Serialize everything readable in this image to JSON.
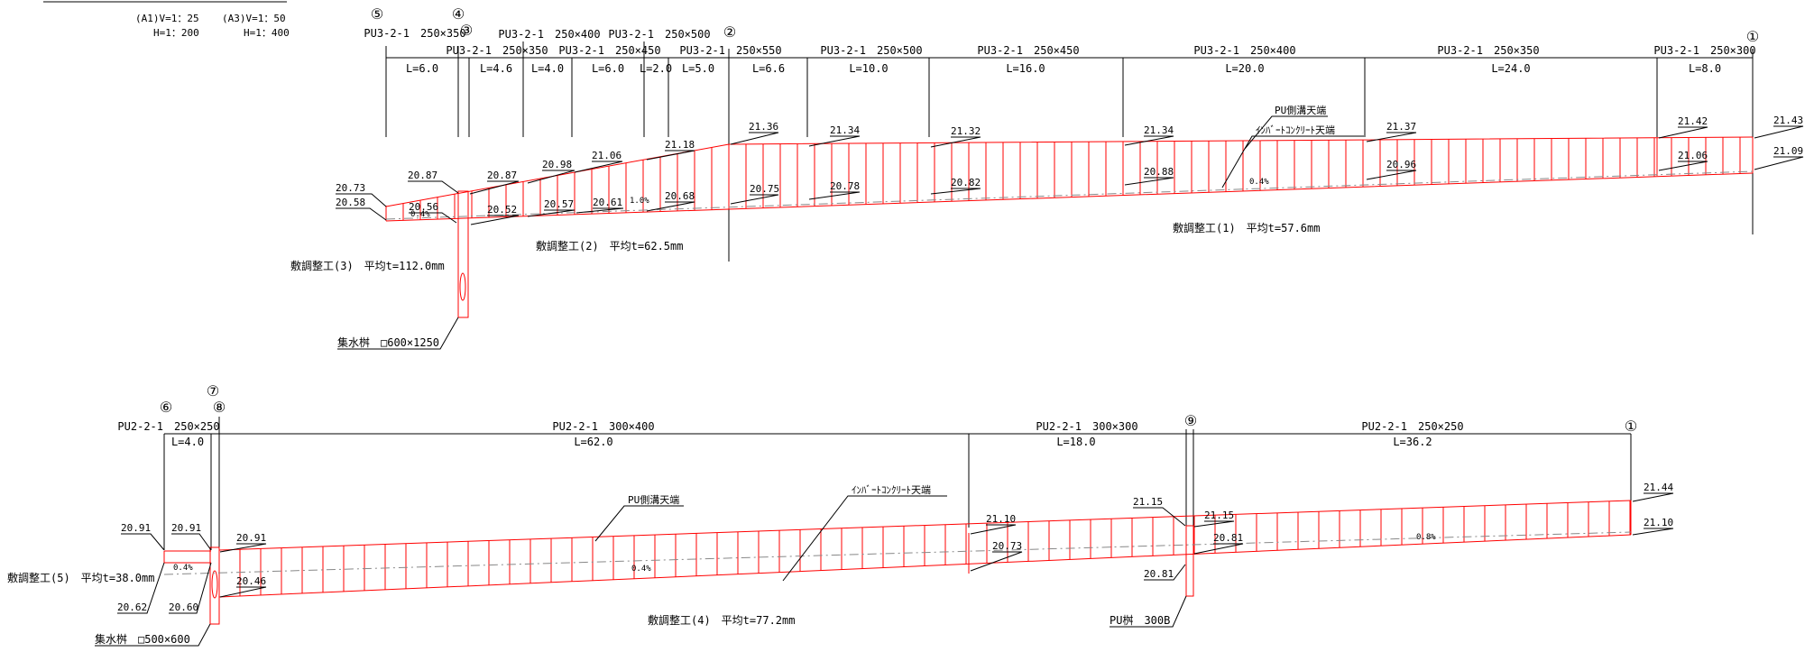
{
  "scale": {
    "a1_v": "(A1)V=1：25",
    "a1_h": "H=1：200",
    "a3_v": "(A3)V=1：50",
    "a3_h": "H=1：400"
  },
  "upper": {
    "points": {
      "p1": "①",
      "p2": "②",
      "p3": "③",
      "p4": "④",
      "p5": "⑤"
    },
    "segments": [
      {
        "name": "PU3-2-1　250×350",
        "length": "L=6.0"
      },
      {
        "name": "PU3-2-1　250×350",
        "length": "L=4.6"
      },
      {
        "name": "PU3-2-1　250×400",
        "length": "L=4.0"
      },
      {
        "name": "PU3-2-1　250×450",
        "length": "L=6.0"
      },
      {
        "name": "PU3-2-1　250×500",
        "length": "L=2.0"
      },
      {
        "name": "PU3-2-1　250×550",
        "length": "L=5.0"
      },
      {
        "name": "",
        "length": "L=6.6"
      },
      {
        "name": "PU3-2-1　250×500",
        "length": "L=10.0"
      },
      {
        "name": "PU3-2-1　250×450",
        "length": "L=16.0"
      },
      {
        "name": "PU3-2-1　250×400",
        "length": "L=20.0"
      },
      {
        "name": "PU3-2-1　250×350",
        "length": "L=24.0"
      },
      {
        "name": "PU3-2-1　250×300",
        "length": "L=8.0"
      }
    ],
    "elevations": [
      "20.73",
      "20.58",
      "20.87",
      "20.56",
      "20.87",
      "20.52",
      "20.98",
      "20.57",
      "21.06",
      "20.61",
      "21.18",
      "20.68",
      "21.36",
      "20.75",
      "21.34",
      "20.78",
      "21.32",
      "20.82",
      "21.34",
      "20.88",
      "21.37",
      "20.96",
      "21.42",
      "21.06",
      "21.43",
      "21.09"
    ],
    "slopes": [
      "0.4%",
      "1.0%",
      "0.4%"
    ],
    "labels": {
      "pu_top": "PU側溝天端",
      "invert": "ｲﾝﾊﾞｰﾄｺﾝｸﾘｰﾄ天端",
      "grade1": "敷調整工(1)　平均t=57.6mm",
      "grade2": "敷調整工(2)　平均t=62.5mm",
      "grade3": "敷調整工(3)　平均t=112.0mm",
      "catch_basin": "集水桝　□600×1250"
    }
  },
  "lower": {
    "points": {
      "p6": "⑥",
      "p7": "⑦",
      "p8": "⑧",
      "p9": "⑨",
      "p1": "①"
    },
    "segments": [
      {
        "name": "PU2-2-1　250×250",
        "length": "L=4.0"
      },
      {
        "name": "PU2-2-1　300×400",
        "length": "L=62.0"
      },
      {
        "name": "PU2-2-1　300×300",
        "length": "L=18.0"
      },
      {
        "name": "PU2-2-1　250×250",
        "length": "L=36.2"
      }
    ],
    "elevations": [
      "20.91",
      "20.91",
      "20.91",
      "20.62",
      "20.60",
      "20.46",
      "21.10",
      "20.73",
      "21.15",
      "21.15",
      "20.81",
      "20.81",
      "21.44",
      "21.10"
    ],
    "slopes": [
      "0.4%",
      "0.4%",
      "0.8%"
    ],
    "labels": {
      "pu_top": "PU側溝天端",
      "invert": "ｲﾝﾊﾞｰﾄｺﾝｸﾘｰﾄ天端",
      "grade4": "敷調整工(4)　平均t=77.2mm",
      "grade5": "敷調整工(5)　平均t=38.0mm",
      "catch_basin": "集水桝　□500×600",
      "pu_basin": "PU桝　300B"
    }
  }
}
